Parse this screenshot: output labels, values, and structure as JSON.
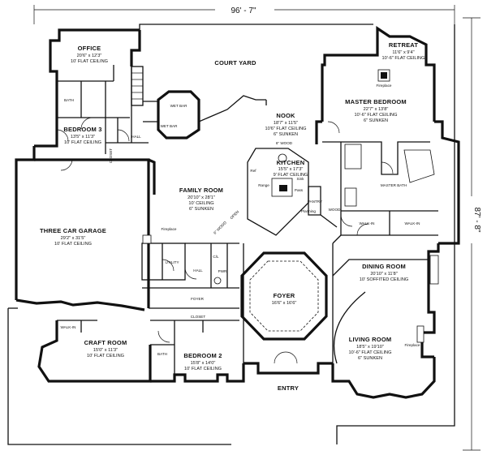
{
  "dimensions": {
    "overall_width": "96' - 7\"",
    "overall_depth": "87' - 8\""
  },
  "rooms": {
    "office": {
      "name": "OFFICE",
      "size": "20'6\" x 12'3\"",
      "ceiling": "10' FLAT CEILING"
    },
    "bedroom3": {
      "name": "BEDROOM 3",
      "size": "13'5\" x 11'3\"",
      "ceiling": "10' FLAT CEILING"
    },
    "court_yard": {
      "name": "COURT YARD"
    },
    "retreat": {
      "name": "RETREAT",
      "size": "11'6\" x 9'4\"",
      "ceiling": "10'-6\" FLAT CEILING"
    },
    "master_bedroom": {
      "name": "MASTER BEDROOM",
      "size": "22'7\" x 13'8\"",
      "ceiling": "10'-6\" FLAT CEILING",
      "note": "6\" SUNKEN"
    },
    "nook": {
      "name": "NOOK",
      "size": "18'7\" x 11'5\"",
      "ceiling": "10'6\" FLAT CEILING",
      "note": "6\" SUNKEN"
    },
    "kitchen": {
      "name": "KITCHEN",
      "size": "15'5\" x 17'3\"",
      "ceiling": "9' FLAT CEILING"
    },
    "family_room": {
      "name": "FAMILY ROOM",
      "size": "20'10\" x 28'1\"",
      "ceiling": "10' CEILING",
      "note": "6\" SUNKEN"
    },
    "garage": {
      "name": "THREE CAR GARAGE",
      "size": "29'2\" x 31'5\"",
      "ceiling": "10' FLAT CEILING"
    },
    "dining_room": {
      "name": "DINING ROOM",
      "size": "20'10\" x 11'8\"",
      "ceiling": "10' SOFFITED CEILING"
    },
    "foyer_round": {
      "name": "FOYER",
      "size": "16'6\" x 16'6\""
    },
    "living_room": {
      "name": "LIVING ROOM",
      "size": "18'5\" x 19'10\"",
      "ceiling": "10'-6\" FLAT CEILING",
      "note": "6\" SUNKEN"
    },
    "craft_room": {
      "name": "CRAFT ROOM",
      "size": "15'0\" x 11'3\"",
      "ceiling": "10' FLAT CEILING"
    },
    "bedroom2": {
      "name": "BEDROOM 2",
      "size": "15'8\" x 14'0\"",
      "ceiling": "10' FLAT CEILING"
    }
  },
  "labels": {
    "bath_office": "BATH",
    "hall_upper": "HALL",
    "wet_bar_a": "WET BAR",
    "wet_bar_b": "WET BAR",
    "closet_b3": "CLOSET",
    "master_bath": "MASTER BATH",
    "walkin_mb1": "WALK-IN",
    "walkin_mb2": "WALK-IN",
    "fireplace_retreat": "Fireplace",
    "fireplace_family": "Fireplace",
    "fireplace_living": "Fireplace",
    "utility": "UTILITY",
    "hall_mid": "HALL",
    "cl": "C/L",
    "pwr": "PWR",
    "foyer_small": "FOYER",
    "closet_b2": "CLOSET",
    "bath_b2": "BATH",
    "walkin_craft": "WALK-IN",
    "entry": "ENTRY",
    "pantry": "PANTRY",
    "range": "Range",
    "sink": "Sink",
    "ref": "Ref",
    "pass": "Pass",
    "planning": "Planning",
    "open": "OPEN",
    "wood": "WOOD",
    "arch_upper": "6\" WOOD",
    "arch_left": "6\" WOOD"
  }
}
